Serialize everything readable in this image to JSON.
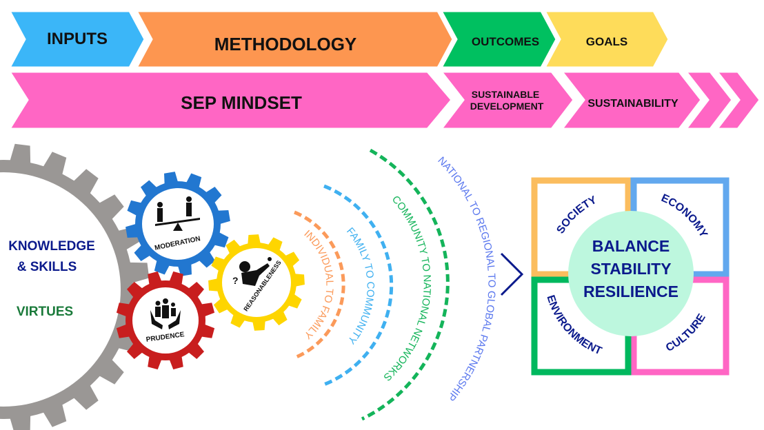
{
  "colors": {
    "inputs": "#3bb6f8",
    "methodology": "#fd9650",
    "outcomes": "#00c060",
    "goals": "#fedc5a",
    "sep": "#ff66c4",
    "navy": "#0b1a8c",
    "virtues": "#1a7a3a",
    "gear_gray": "#9a9795",
    "gear_blue": "#2277d0",
    "gear_yellow": "#fed500",
    "gear_red": "#c81e1e",
    "arc_orange": "#fb9a5a",
    "arc_blue": "#3fb0f0",
    "arc_green": "#14b45a",
    "arc_purple": "#5b78ee",
    "society": "#fbbd5e",
    "economy": "#62a8ee",
    "environment": "#00b85e",
    "culture": "#ff66c4",
    "center": "#bdf7de"
  },
  "row1": {
    "inputs": "INPUTS",
    "methodology": "METHODOLOGY",
    "outcomes": "OUTCOMES",
    "goals": "GOALS"
  },
  "row2": {
    "sep": "SEP MINDSET",
    "sustainable_1": "SUSTAINABLE",
    "sustainable_2": "DEVELOPMENT",
    "sustainability": "SUSTAINABILITY"
  },
  "big_gear": {
    "line1": "KNOWLEDGE",
    "line2": "& SKILLS",
    "line3": "VIRTUES"
  },
  "gears": {
    "moderation": "MODERATION",
    "reasonableness": "REASONABLENESS",
    "prudence": "PRUDENCE",
    "icons": [
      "seesaw-icon",
      "idea-person-icon",
      "family-hands-icon"
    ]
  },
  "arcs": {
    "a1": "INDIVIDUAL  TO FAMILY",
    "a2": "FAMILY TO COMMUNITY",
    "a3": "COMMUNITY TO NATIONAL NETWORKS",
    "a4": "NATIONAL TO REGIONAL TO GLOBAL PARTNERSHIP"
  },
  "quadrants": {
    "society": "SOCIETY",
    "economy": "ECONOMY",
    "environment": "ENVIRONMENT",
    "culture": "CULTURE"
  },
  "center": {
    "l1": "BALANCE",
    "l2": "STABILITY",
    "l3": "RESILIENCE"
  }
}
